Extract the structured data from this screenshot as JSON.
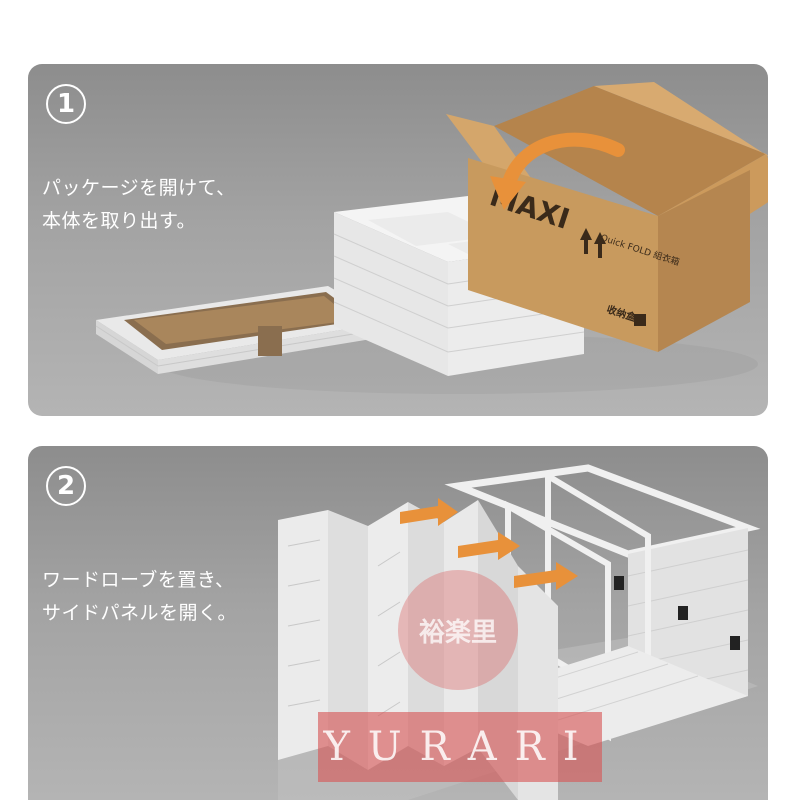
{
  "steps": [
    {
      "number": "1",
      "caption_lines": [
        "パッケージを開けて、",
        "本体を取り出す。"
      ]
    },
    {
      "number": "2",
      "caption_lines": [
        "ワードローブを置き、",
        "サイドパネルを開く。"
      ]
    }
  ],
  "box_print": {
    "brand": "MAXI",
    "product": "Quick FOLD 組衣箱",
    "label": "收纳盒子"
  },
  "watermark": {
    "text": "YURARI",
    "stamp_text": "裕楽里"
  },
  "colors": {
    "panel_bg": "#9e9e9e",
    "cardboard": "#c79a60",
    "arrow_orange": "#e8913a",
    "plastic_white": "#f2f2f2"
  }
}
